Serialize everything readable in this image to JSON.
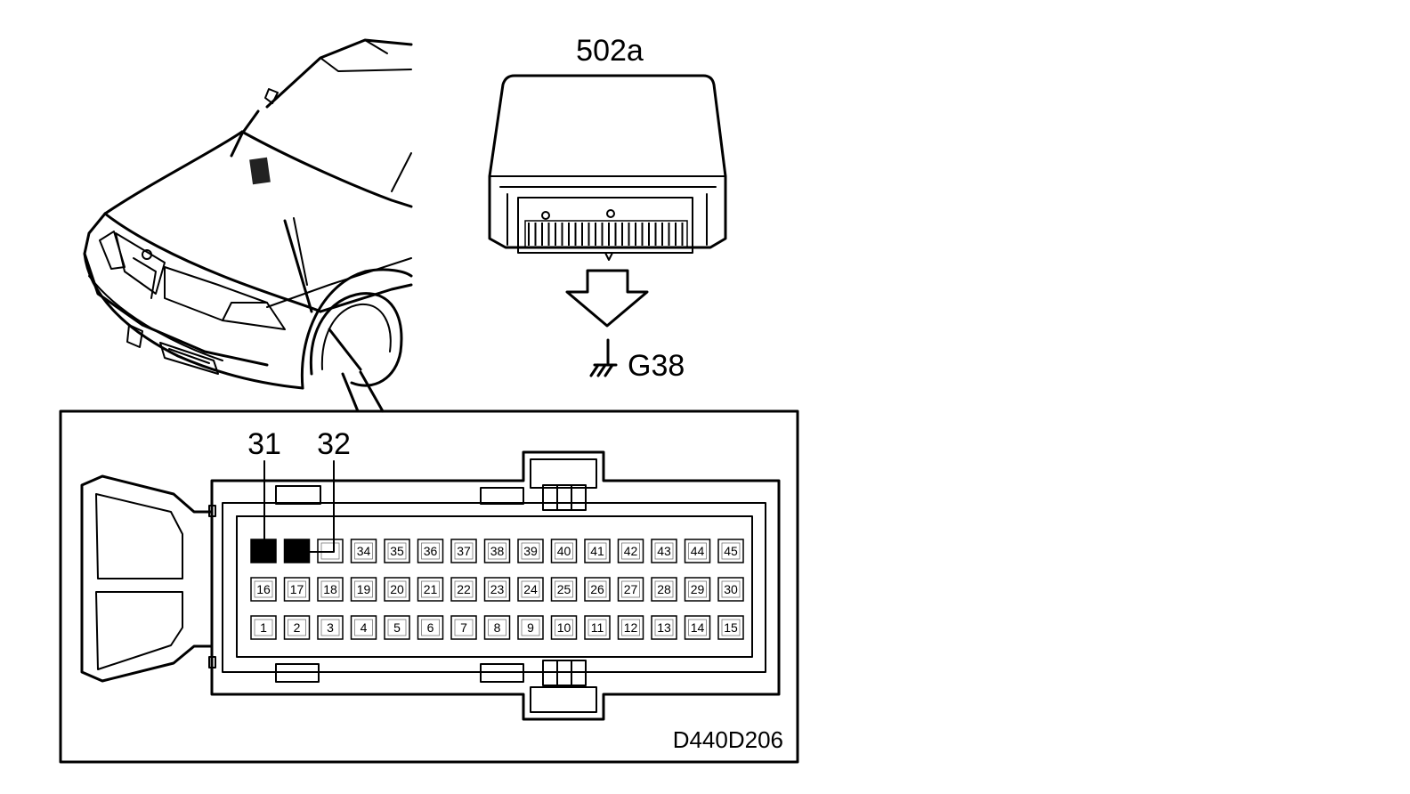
{
  "labels": {
    "module": "502a",
    "ground": "G38",
    "callout_a": "31",
    "callout_b": "32",
    "drawing_id": "D440D206"
  },
  "connector": {
    "rows": [
      [
        "",
        "",
        "",
        "34",
        "35",
        "36",
        "37",
        "38",
        "39",
        "40",
        "41",
        "42",
        "43",
        "44",
        "45"
      ],
      [
        "16",
        "17",
        "18",
        "19",
        "20",
        "21",
        "22",
        "23",
        "24",
        "25",
        "26",
        "27",
        "28",
        "29",
        "30"
      ],
      [
        "1",
        "2",
        "3",
        "4",
        "5",
        "6",
        "7",
        "8",
        "9",
        "10",
        "11",
        "12",
        "13",
        "14",
        "15"
      ]
    ],
    "filled_pins": [
      31,
      32
    ]
  }
}
